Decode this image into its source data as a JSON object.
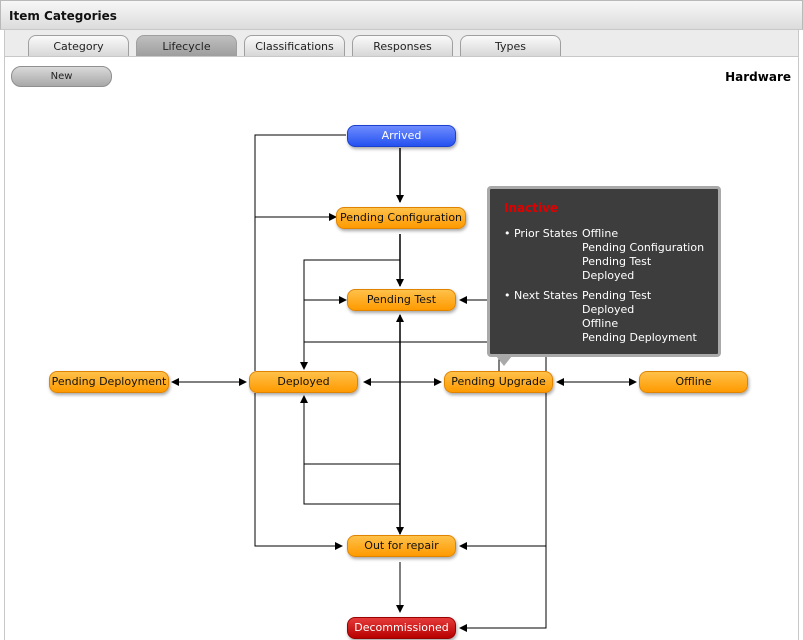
{
  "window": {
    "title": "Item Categories"
  },
  "tabs": [
    {
      "label": "Category",
      "active": false
    },
    {
      "label": "Lifecycle",
      "active": true
    },
    {
      "label": "Classifications",
      "active": false
    },
    {
      "label": "Responses",
      "active": false
    },
    {
      "label": "Types",
      "active": false
    }
  ],
  "toolbar": {
    "new_label": "New"
  },
  "category": {
    "name": "Hardware"
  },
  "states": {
    "arrived": "Arrived",
    "pending_configuration": "Pending Configuration",
    "pending_test": "Pending Test",
    "pending_deployment": "Pending Deployment",
    "deployed": "Deployed",
    "pending_upgrade": "Pending Upgrade",
    "offline": "Offline",
    "out_for_repair": "Out for repair",
    "decommissioned": "Decommissioned"
  },
  "colors": {
    "normal": "#ff9a00",
    "start": "#2450f0",
    "end": "#b80000"
  },
  "tooltip": {
    "title": "Inactive",
    "prior_label": "• Prior States",
    "prior_states": [
      "Offline",
      "Pending Configuration",
      "Pending Test",
      "Deployed"
    ],
    "next_label": "• Next States",
    "next_states": [
      "Pending Test",
      "Deployed",
      "Offline",
      "Pending Deployment"
    ]
  }
}
